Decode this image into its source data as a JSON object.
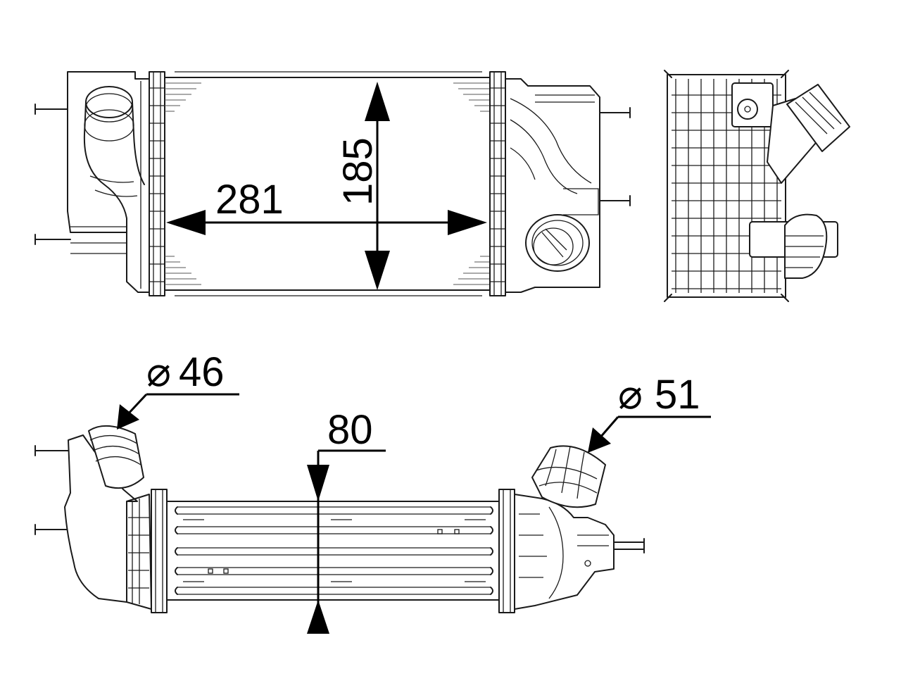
{
  "dimensions": {
    "width": "281",
    "height": "185",
    "depth": "80",
    "inlet_diameter": "46",
    "outlet_diameter": "51",
    "diameter_symbol": "⌀"
  },
  "colors": {
    "line": "#1a1a1a",
    "dimension": "#000000",
    "background": "#ffffff"
  }
}
